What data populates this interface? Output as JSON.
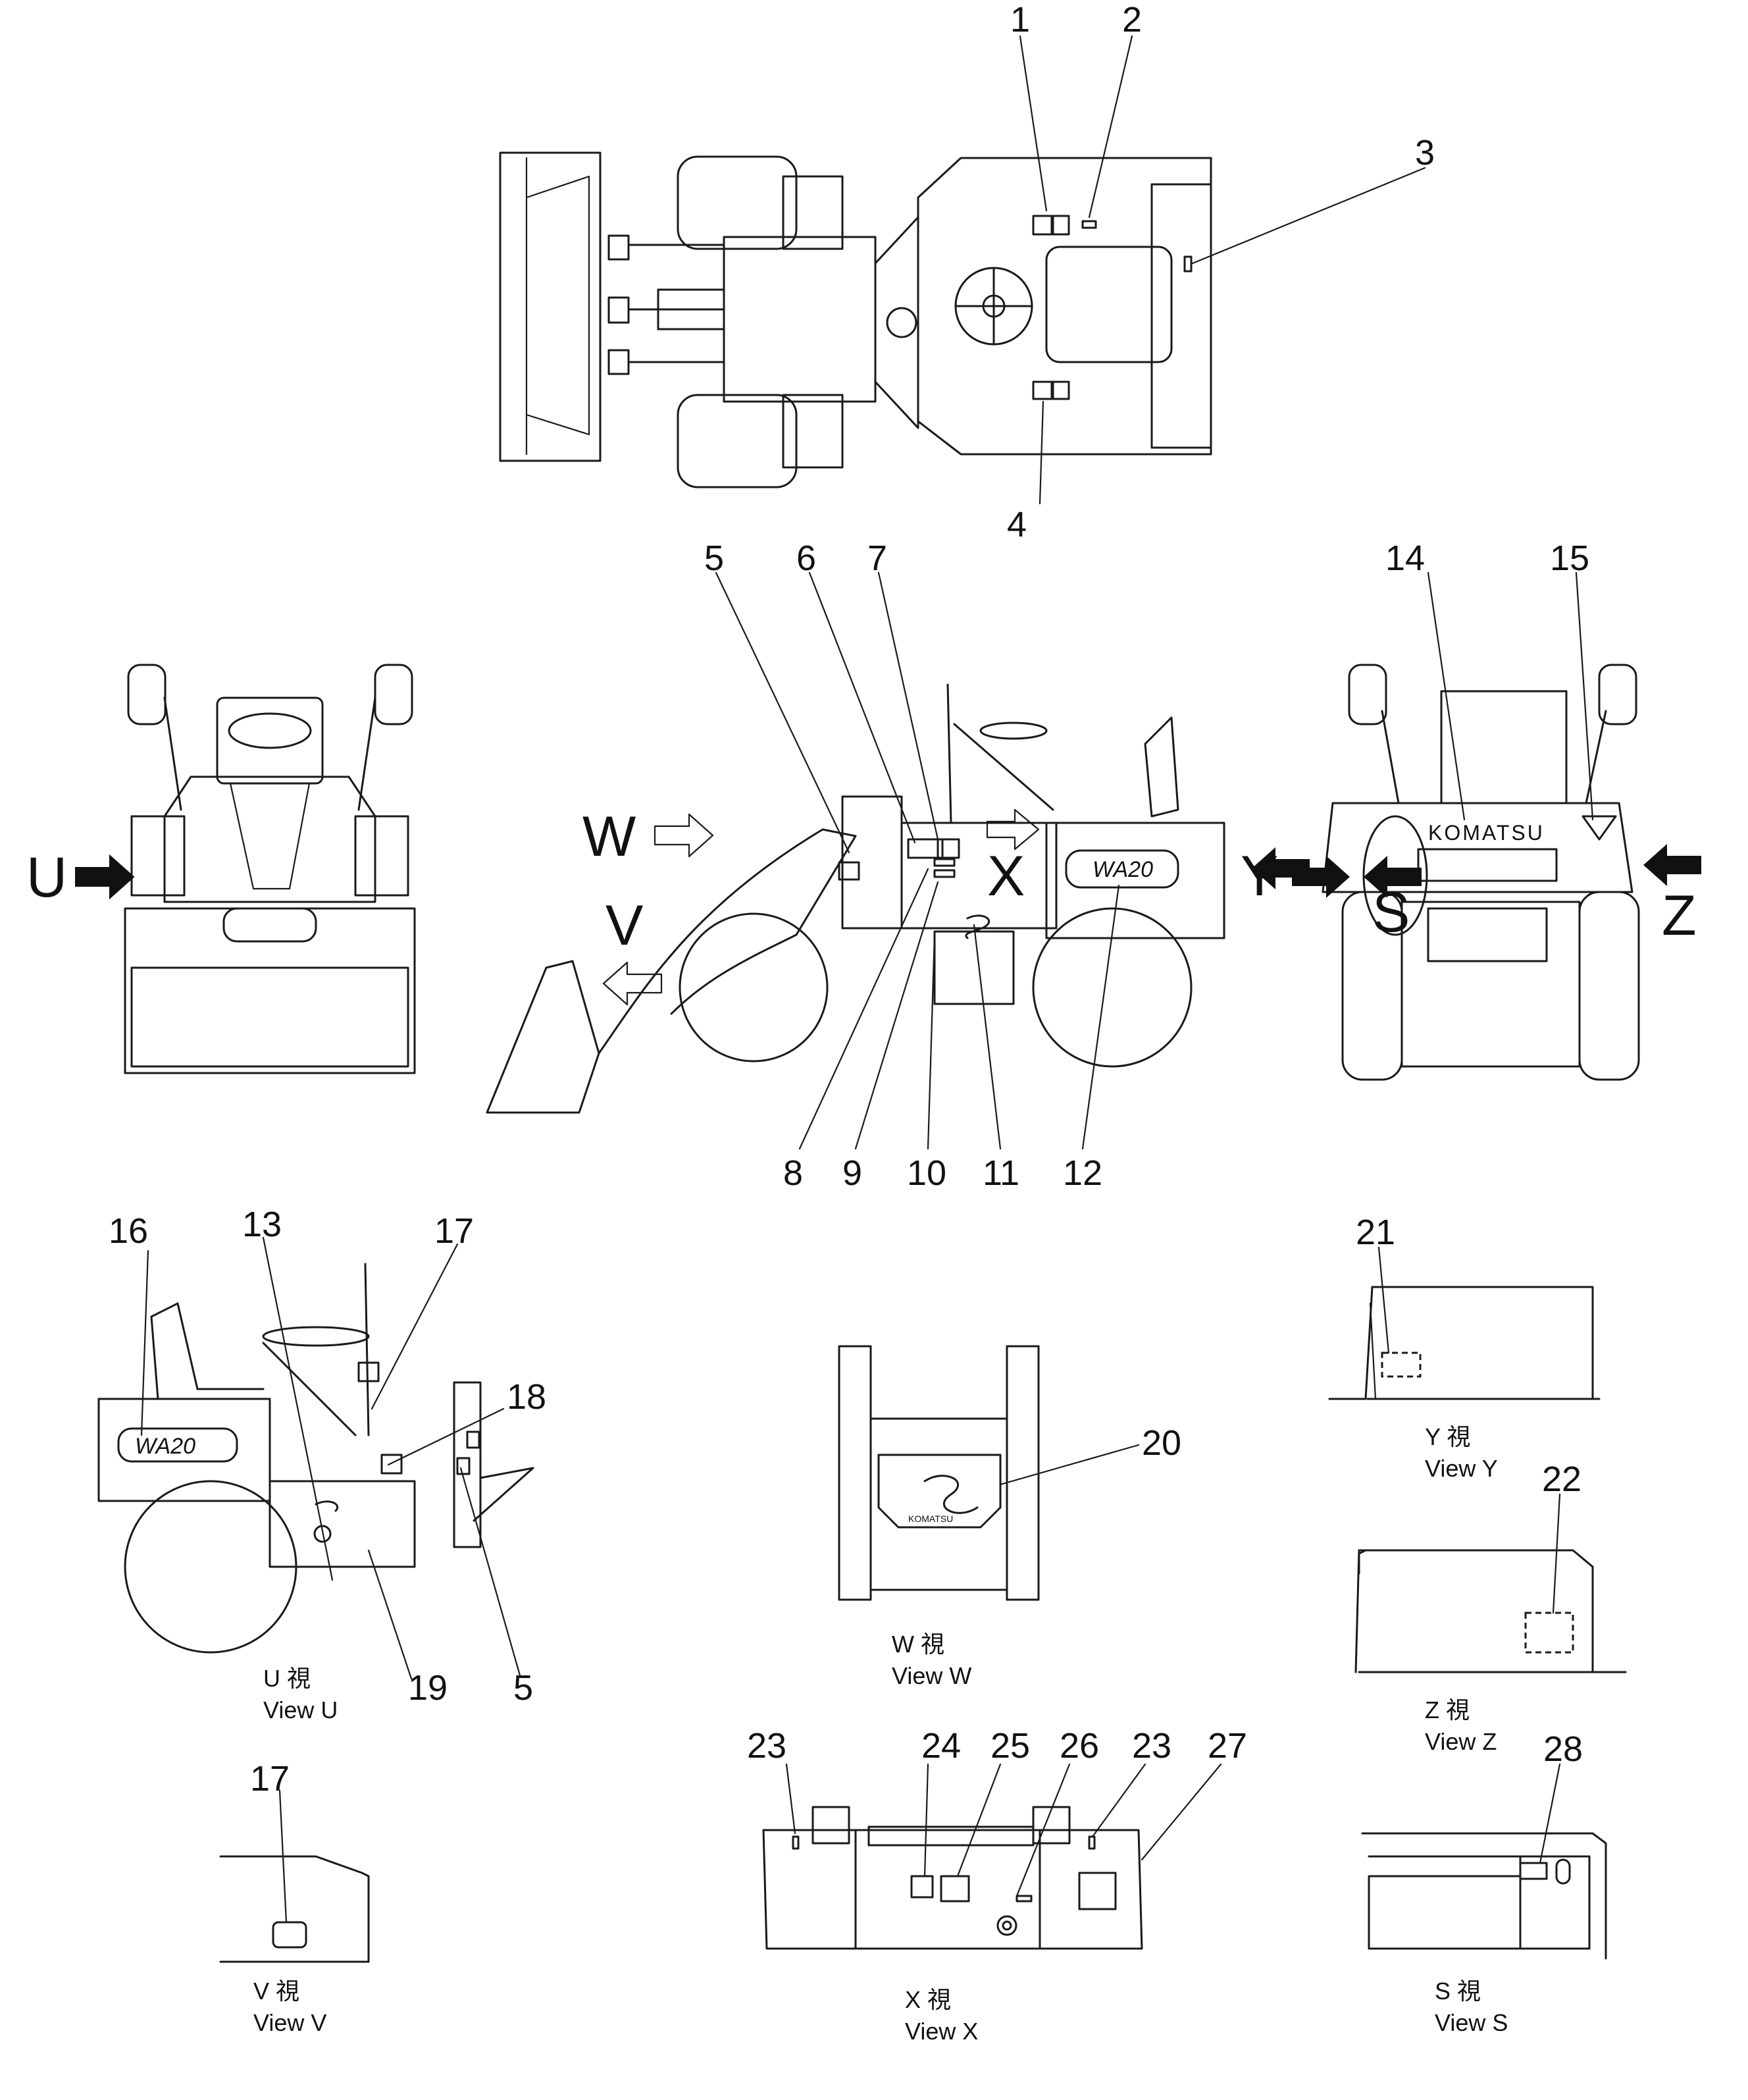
{
  "callouts": {
    "c1": "1",
    "c2": "2",
    "c3": "3",
    "c4": "4",
    "c5": "5",
    "c6": "6",
    "c7": "7",
    "c8": "8",
    "c9": "9",
    "c10": "10",
    "c11": "11",
    "c12": "12",
    "c13": "13",
    "c14": "14",
    "c15": "15",
    "c16": "16",
    "c17": "17",
    "c18": "18",
    "c19": "19",
    "c20": "20",
    "c21": "21",
    "c22": "22",
    "c23": "23",
    "c24": "24",
    "c25": "25",
    "c26": "26",
    "c27": "27",
    "c28": "28"
  },
  "view_letters": {
    "u": "U",
    "v": "V",
    "w": "W",
    "x": "X",
    "y": "Y",
    "z": "Z",
    "s": "S"
  },
  "labels": {
    "komatsu_plate": "KOMATSU",
    "model_badge": "WA20",
    "front_badge": "KOMATSU"
  },
  "captions": {
    "u_jp": "U 視",
    "u_en": "View U",
    "v_jp": "V 視",
    "v_en": "View V",
    "w_jp": "W 視",
    "w_en": "View W",
    "x_jp": "X 視",
    "x_en": "View X",
    "y_jp": "Y 視",
    "y_en": "View Y",
    "z_jp": "Z 視",
    "z_en": "View Z",
    "s_jp": "S 視",
    "s_en": "View S"
  }
}
